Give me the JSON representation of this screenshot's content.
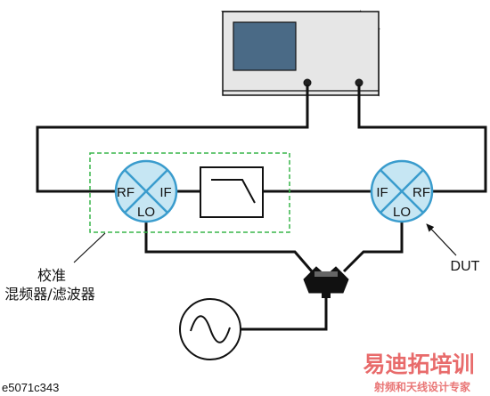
{
  "diagram": {
    "calibration_label_line1": "校准",
    "calibration_label_line2": "混频器/滤波器",
    "dut_label": "DUT",
    "figure_id": "e5071c343",
    "cal_mixer": {
      "port_left": "RF",
      "port_right": "IF",
      "port_bottom": "LO"
    },
    "dut_mixer": {
      "port_left": "IF",
      "port_right": "RF",
      "port_bottom": "LO"
    }
  },
  "watermark": {
    "title": "易迪拓培训",
    "subtitle": "射频和天线设计专家"
  },
  "colors": {
    "instrument_body": "#e6e6e6",
    "instrument_screen": "#4a6a86",
    "mixer_fill": "#c6e6f3",
    "mixer_stroke": "#3a9ccd",
    "calibration_box": "#39b54a",
    "watermark": "#e03a3a"
  }
}
